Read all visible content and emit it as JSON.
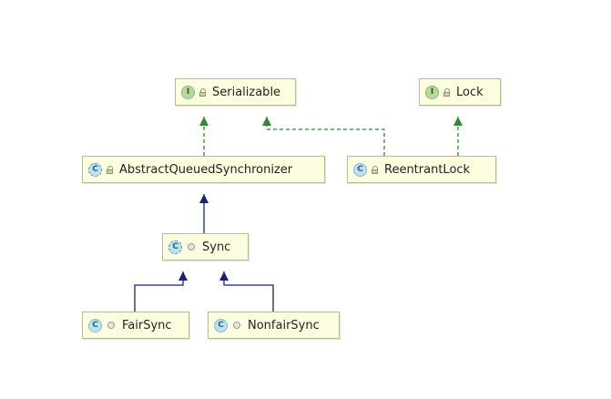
{
  "nodes": {
    "serializable": {
      "name": "Serializable",
      "kind": "interface",
      "badge": "I",
      "visibility": "lock-icon"
    },
    "lock": {
      "name": "Lock",
      "kind": "interface",
      "badge": "I",
      "visibility": "lock-icon"
    },
    "aqs": {
      "name": "AbstractQueuedSynchronizer",
      "kind": "abstract-class",
      "badge": "C",
      "visibility": "lock-icon"
    },
    "reentrant_lock": {
      "name": "ReentrantLock",
      "kind": "class",
      "badge": "C",
      "visibility": "lock-icon"
    },
    "sync": {
      "name": "Sync",
      "kind": "abstract-class",
      "badge": "C",
      "visibility": "package-dot-icon"
    },
    "fair_sync": {
      "name": "FairSync",
      "kind": "class",
      "badge": "C",
      "visibility": "package-dot-icon"
    },
    "nonfair_sync": {
      "name": "NonfairSync",
      "kind": "class",
      "badge": "C",
      "visibility": "package-dot-icon"
    }
  },
  "edges": [
    {
      "from": "aqs",
      "to": "serializable",
      "type": "implements"
    },
    {
      "from": "reentrant_lock",
      "to": "serializable",
      "type": "implements"
    },
    {
      "from": "reentrant_lock",
      "to": "lock",
      "type": "implements"
    },
    {
      "from": "sync",
      "to": "aqs",
      "type": "extends"
    },
    {
      "from": "fair_sync",
      "to": "sync",
      "type": "extends"
    },
    {
      "from": "nonfair_sync",
      "to": "sync",
      "type": "extends"
    }
  ],
  "colors": {
    "implements": "#2e8b2e",
    "extends": "#1b1f7a",
    "node_fill": "#fdfde0",
    "node_border": "#b8b89a"
  }
}
